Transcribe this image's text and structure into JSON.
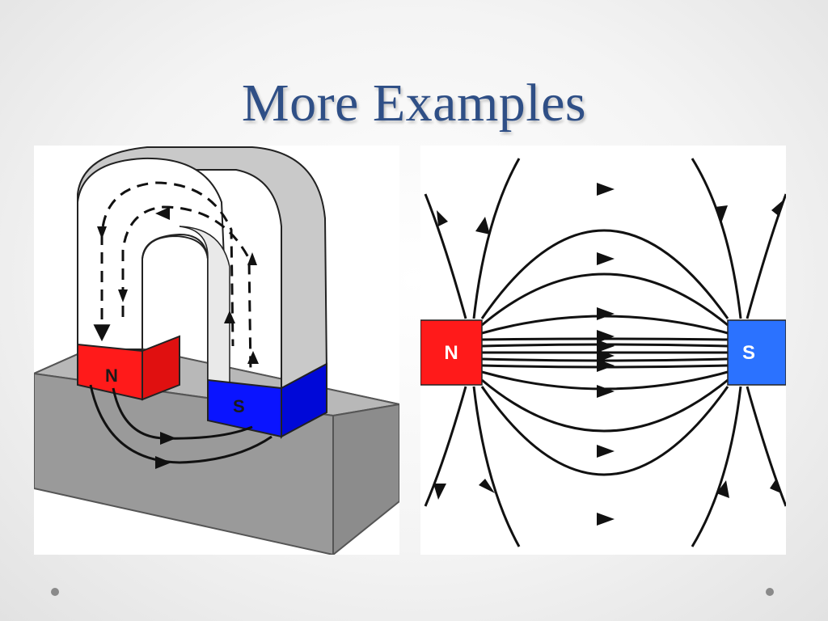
{
  "slide": {
    "title": "More Examples"
  },
  "horseshoe_figure": {
    "north_label": "N",
    "south_label": "S",
    "north_color": "#ff1a1a",
    "south_color": "#0a14ff"
  },
  "bar_field_figure": {
    "north_label": "N",
    "south_label": "S",
    "north_color": "#ff1a1a",
    "south_color": "#2b72ff"
  },
  "decorations": {
    "dot_color": "#8a8a8a"
  }
}
